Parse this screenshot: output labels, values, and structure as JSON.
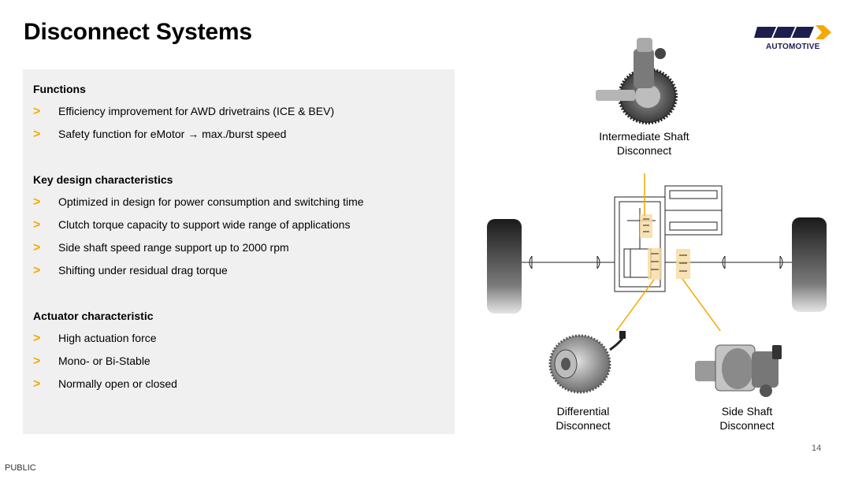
{
  "title": "Disconnect Systems",
  "logo": {
    "text": "AUTOMOTIVE",
    "brand_color": "#1d1d4e",
    "accent_color": "#f6a800"
  },
  "panel": {
    "sections": [
      {
        "heading": "Functions",
        "items": [
          "Efficiency improvement for AWD drivetrains (ICE & BEV)",
          "Safety function for eMotor → max./burst speed"
        ]
      },
      {
        "heading": "Key design characteristics",
        "items": [
          "Optimized in design for power consumption and switching time",
          "Clutch torque capacity to support wide range of applications",
          "Side shaft speed range support up to 2000 rpm",
          "Shifting under residual drag torque"
        ]
      },
      {
        "heading": "Actuator characteristic",
        "items": [
          "High actuation force",
          "Mono- or Bi-Stable",
          "Normally open or closed"
        ]
      }
    ],
    "bullet_glyph": ">"
  },
  "captions": {
    "intermediate": [
      "Intermediate Shaft",
      "Disconnect"
    ],
    "differential": [
      "Differential",
      "Disconnect"
    ],
    "side_shaft": [
      "Side Shaft",
      "Disconnect"
    ]
  },
  "page_number": "14",
  "classification": "PUBLIC"
}
